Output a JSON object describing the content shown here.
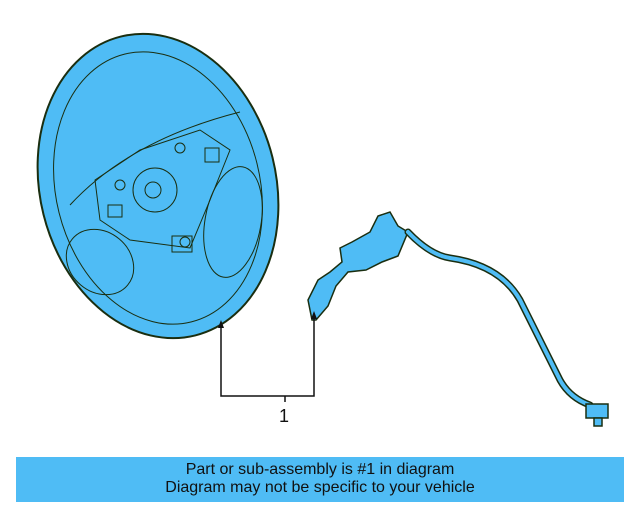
{
  "diagram": {
    "parts": [
      {
        "name": "steering-wheel",
        "callout": "1"
      },
      {
        "name": "wiring-harness",
        "callout": "1"
      }
    ],
    "callout_label": "1",
    "fill_color": "#4fbcf5",
    "outline_color": "#1a2e10"
  },
  "banner": {
    "line1": "Part or sub-assembly is #1 in diagram",
    "line2": "Diagram may not be specific to your vehicle",
    "background": "#4fbcf5"
  }
}
